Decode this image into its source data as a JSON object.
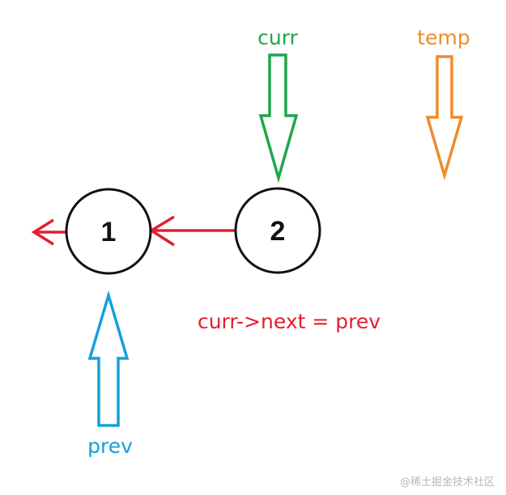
{
  "colors": {
    "node_stroke": "#111111",
    "link_arrow": "#e0202e",
    "curr": "#1fa64a",
    "temp": "#f08a2c",
    "prev": "#14a0dc",
    "code": "#e0202e",
    "watermark": "#b9b9b9"
  },
  "nodes": [
    {
      "label": "1"
    },
    {
      "label": "2"
    }
  ],
  "pointers": {
    "curr": {
      "label": "curr",
      "direction": "down"
    },
    "temp": {
      "label": "temp",
      "direction": "down"
    },
    "prev": {
      "label": "prev",
      "direction": "up"
    }
  },
  "annotation": {
    "code": "curr->next = prev"
  },
  "watermark": "@稀土掘金技术社区"
}
